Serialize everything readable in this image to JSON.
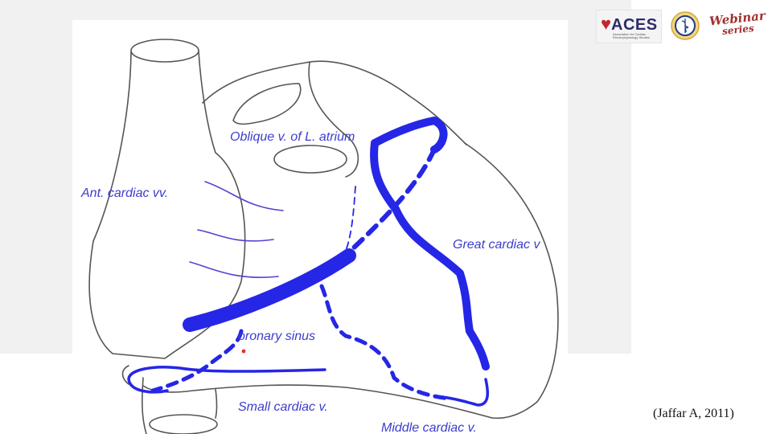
{
  "header": {
    "logo": {
      "name": "ACES",
      "subtitle": "Association for Cardiac Electrophysiology Studies"
    },
    "seal_icon": "medical-seal-icon",
    "webinar": {
      "line1": "Webinar",
      "line2": "series"
    }
  },
  "diagram": {
    "labels": {
      "oblique_vein": "Oblique v. of L. atrium",
      "ant_cardiac": "Ant. cardiac vv.",
      "great_cardiac": "Great cardiac v",
      "coronary_sinus": "oronary sinus",
      "small_cardiac": "Small cardiac v.",
      "middle_cardiac": "Middle cardiac v."
    },
    "colors": {
      "vein": "#2626e6",
      "label": "#3d3dcc",
      "outline": "#555555",
      "thin_vein": "#5a3fd0",
      "marker": "#e03030"
    }
  },
  "footer": {
    "citation": "(Jaffar A, 2011)"
  }
}
